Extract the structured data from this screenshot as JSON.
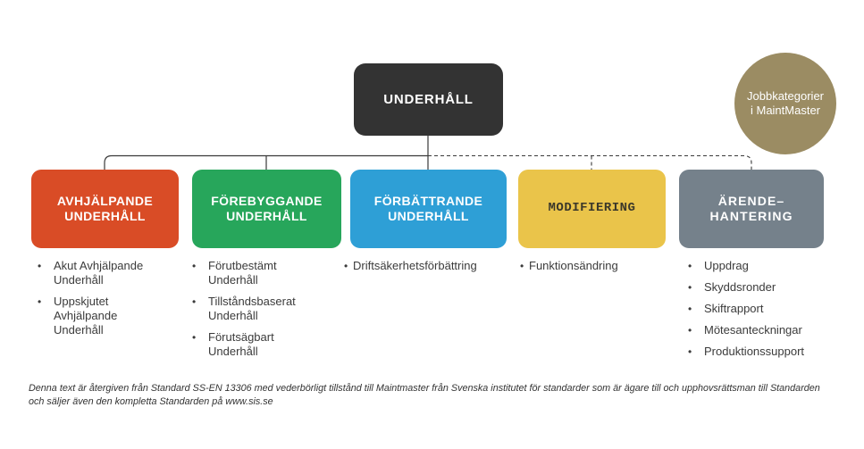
{
  "root": {
    "label": "UNDERHÅLL",
    "color": "#333333",
    "text_color": "#ffffff"
  },
  "badge": {
    "label": "Jobbkategorier\ni MaintMaster",
    "color": "#9b8c63",
    "text_color": "#ffffff"
  },
  "bullet": "•",
  "connector_color": "#3a3a3a",
  "categories": [
    {
      "title": "AVHJÄLPANDE\nUNDERHÅLL",
      "color": "#d94c26",
      "text_color": "#ffffff",
      "connector": "solid",
      "items": [
        "Akut Avhjälpande\nUnderhåll",
        "Uppskjutet\nAvhjälpande\nUnderhåll"
      ]
    },
    {
      "title": "FÖREBYGGANDE\nUNDERHÅLL",
      "color": "#27a65b",
      "text_color": "#ffffff",
      "connector": "solid",
      "items": [
        "Förutbestämt\nUnderhåll",
        "Tillståndsbaserat\nUnderhåll",
        "Förutsägbart\nUnderhåll"
      ]
    },
    {
      "title": "FÖRBÄTTRANDE\nUNDERHÅLL",
      "color": "#2e9fd6",
      "text_color": "#ffffff",
      "connector": "solid",
      "items": [
        "Driftsäkerhetsförbättring"
      ]
    },
    {
      "title": "MODIFIERING",
      "color": "#eac44a",
      "text_color": "#3b382a",
      "connector": "dashed",
      "items": [
        "Funktionsändring"
      ]
    },
    {
      "title": "ÄRENDE–\nHANTERING",
      "color": "#75818b",
      "text_color": "#ffffff",
      "connector": "dashed",
      "items": [
        "Uppdrag",
        "Skyddsronder",
        "Skiftrapport",
        "Mötesanteckningar",
        "Produktionssupport"
      ]
    }
  ],
  "footnote": "Denna text är återgiven från Standard SS-EN 13306 med vederbörligt tillstånd till Maintmaster från Svenska institutet för standarder som är ägare till och upphovsrättsman till Standarden\noch säljer även den kompletta Standarden på www.sis.se"
}
